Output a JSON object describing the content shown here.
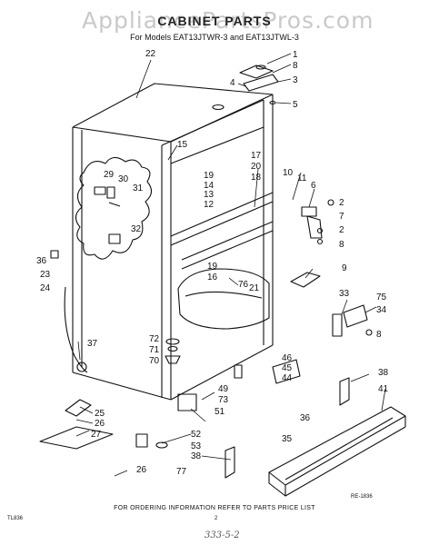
{
  "watermark": "AppliancePartsPros.com",
  "title": "CABINET PARTS",
  "subtitle": "For Models EAT13JTWR-3 and EAT13JTWL-3",
  "footer_note": "FOR ORDERING INFORMATION REFER TO PARTS PRICE LIST",
  "diagram_code": "RE-1836",
  "doc_number": "TL836",
  "page_mark": "2",
  "handwritten": "333-5-2",
  "callouts": {
    "n1": "1",
    "n2": "2",
    "n3": "3",
    "n4": "4",
    "n5": "5",
    "n6": "6",
    "n7": "7",
    "n8": "8",
    "n9": "9",
    "n10": "10",
    "n11": "11",
    "n12": "12",
    "n13": "13",
    "n14": "14",
    "n15": "15",
    "n16": "16",
    "n17": "17",
    "n18": "18",
    "n19": "19",
    "n20": "20",
    "n21": "21",
    "n22": "22",
    "n23": "23",
    "n24": "24",
    "n25": "25",
    "n26": "26",
    "n27": "27",
    "n29": "29",
    "n30": "30",
    "n31": "31",
    "n32": "32",
    "n33": "33",
    "n34": "34",
    "n35": "35",
    "n36": "36",
    "n37": "37",
    "n38": "38",
    "n41": "41",
    "n44": "44",
    "n45": "45",
    "n46": "46",
    "n49": "49",
    "n51": "51",
    "n52": "52",
    "n53": "53",
    "n70": "70",
    "n71": "71",
    "n72": "72",
    "n73": "73",
    "n75": "75",
    "n76": "76",
    "n77": "77"
  }
}
